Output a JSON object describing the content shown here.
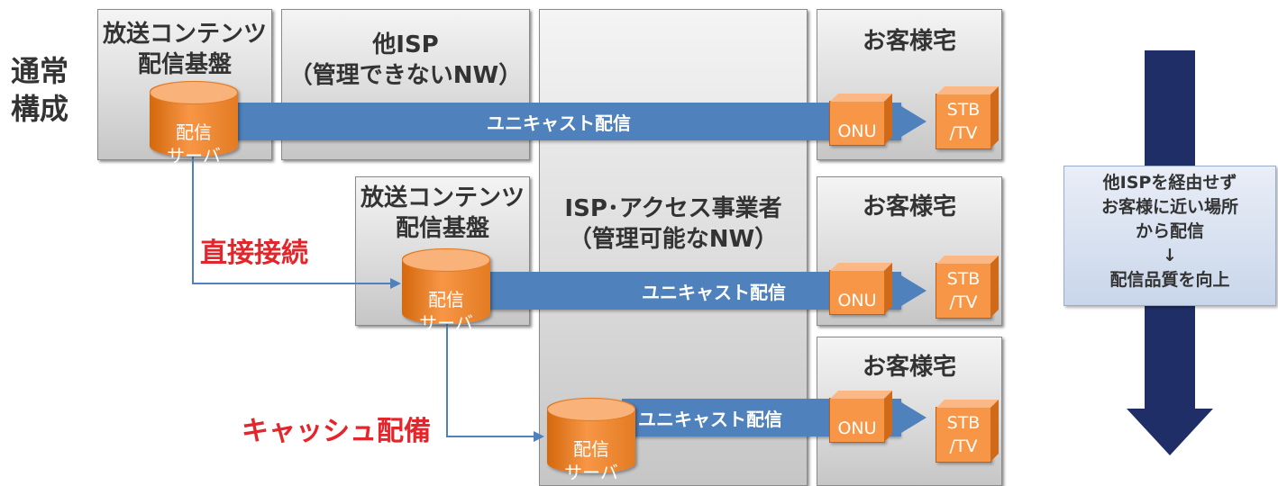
{
  "labels": {
    "normal": "通常\n構成",
    "direct": "直接接続",
    "cache": "キャッシュ配備"
  },
  "panels": {
    "broadcast_1": "放送コンテンツ\n配信基盤",
    "other_isp": "他ISP\n（管理できないNW）",
    "broadcast_2": "放送コンテンツ\n配信基盤",
    "isp_access": "ISP･アクセス事業者\n（管理可能なNW）",
    "home": "お客様宅"
  },
  "devices": {
    "server": "配信\nサーバ",
    "onu": "ONU",
    "stb": "STB\n/TV"
  },
  "flow_label": "ユニキャスト配信",
  "note": [
    "他ISPを経由せず",
    "お客様に近い場所",
    "から配信",
    "↓",
    "配信品質を向上"
  ],
  "colors": {
    "pipe": "#4f81bd",
    "device": "#f79646",
    "red_label": "#e3262b",
    "big_arrow": "#1f2e66"
  }
}
